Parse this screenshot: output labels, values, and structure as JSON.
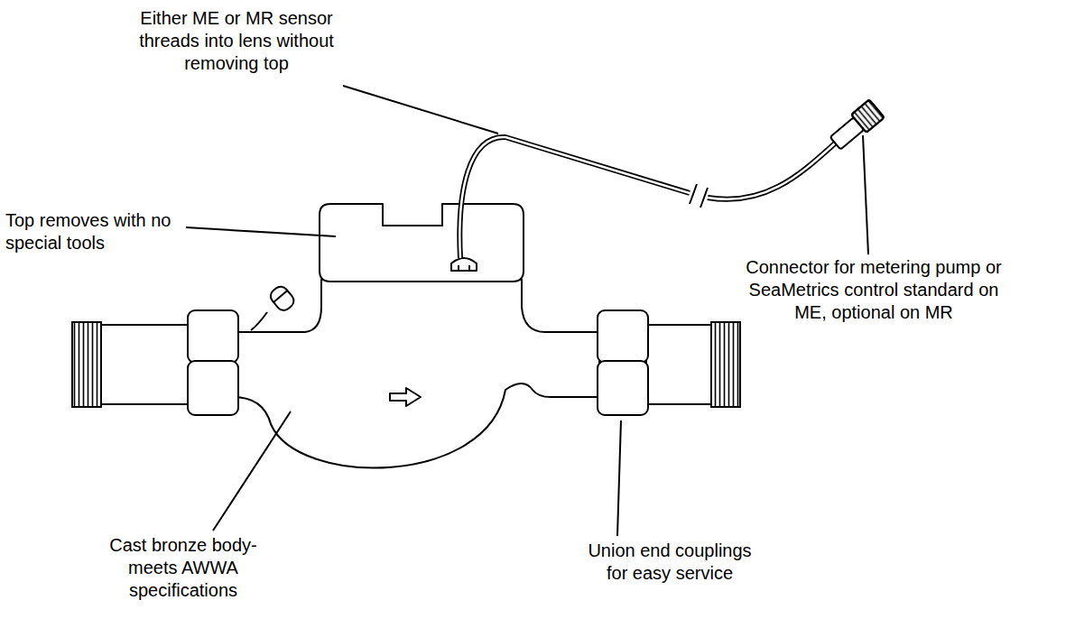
{
  "diagram": {
    "labels": [
      "Either ME or MR sensor threads into lens without removing top",
      "Top removes with no special tools",
      "Connector for metering pump or SeaMetrics control standard on ME, optional on MR",
      "Cast bronze body- meets AWWA specifications",
      "Union end couplings for easy service"
    ]
  }
}
